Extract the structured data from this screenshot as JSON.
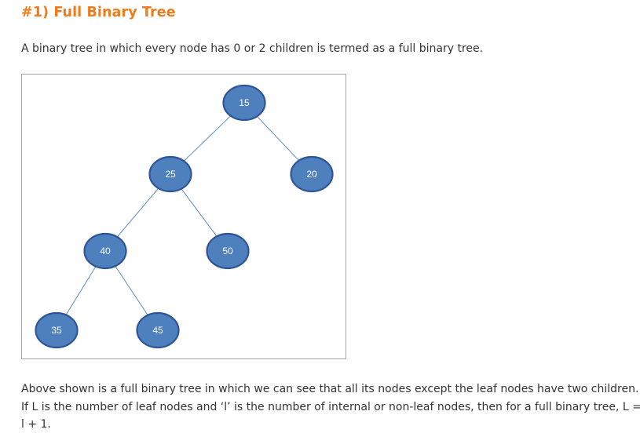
{
  "heading": "#1) Full Binary Tree",
  "intro": "A binary tree in which every node has 0 or 2 children is termed as a full binary tree.",
  "tree": {
    "nodes": [
      {
        "id": "n15",
        "label": "15"
      },
      {
        "id": "n25",
        "label": "25"
      },
      {
        "id": "n20",
        "label": "20"
      },
      {
        "id": "n40",
        "label": "40"
      },
      {
        "id": "n50",
        "label": "50"
      },
      {
        "id": "n35",
        "label": "35"
      },
      {
        "id": "n45",
        "label": "45"
      }
    ],
    "edges": [
      [
        "n15",
        "n25"
      ],
      [
        "n15",
        "n20"
      ],
      [
        "n25",
        "n40"
      ],
      [
        "n25",
        "n50"
      ],
      [
        "n40",
        "n35"
      ],
      [
        "n40",
        "n45"
      ]
    ],
    "colors": {
      "node_fill": "#4e80be",
      "node_border": "#2f5597",
      "edge": "#5b8cc6"
    }
  },
  "summary": "Above shown is a full binary tree in which we can see that all its nodes except the leaf nodes have two children. If L is the number of leaf nodes and ‘l’ is the number of internal or non-leaf nodes, then for a full binary tree, L = l + 1."
}
